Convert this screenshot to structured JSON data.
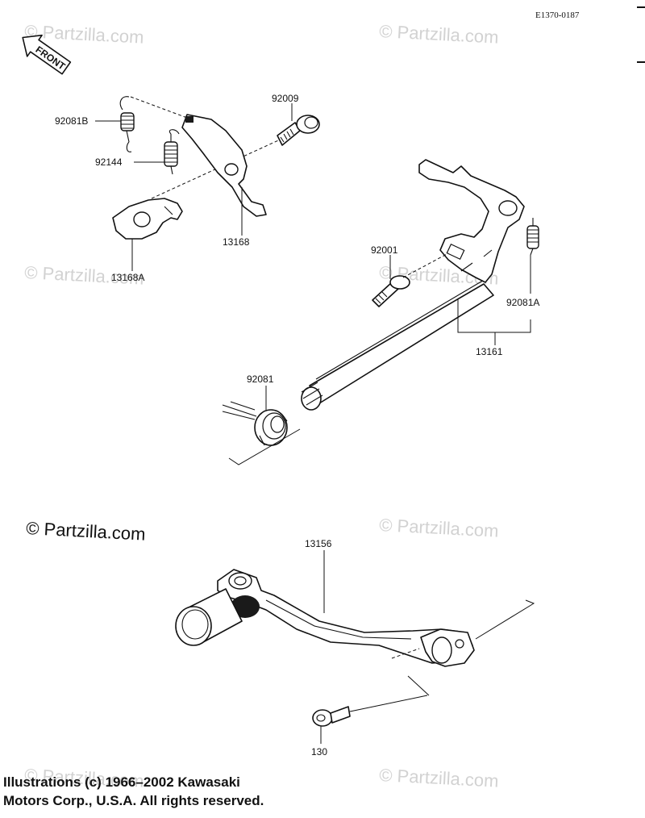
{
  "diagram_code": "E1370-0187",
  "front_arrow_label": "FRONT",
  "watermark_text": "© Partzilla.com",
  "watermark_prominent_text": "© Partzilla.com",
  "parts": {
    "p92081B": "92081B",
    "p92144": "92144",
    "p92009": "92009",
    "p13168": "13168",
    "p13168A": "13168A",
    "p92001": "92001",
    "p92081A": "92081A",
    "p13161": "13161",
    "p92081": "92081",
    "p13156": "13156",
    "p130": "130"
  },
  "copyright": {
    "line1": "Illustrations (c) 1966–2002 Kawasaki",
    "line2": "Motors Corp., U.S.A.  All rights reserved."
  }
}
